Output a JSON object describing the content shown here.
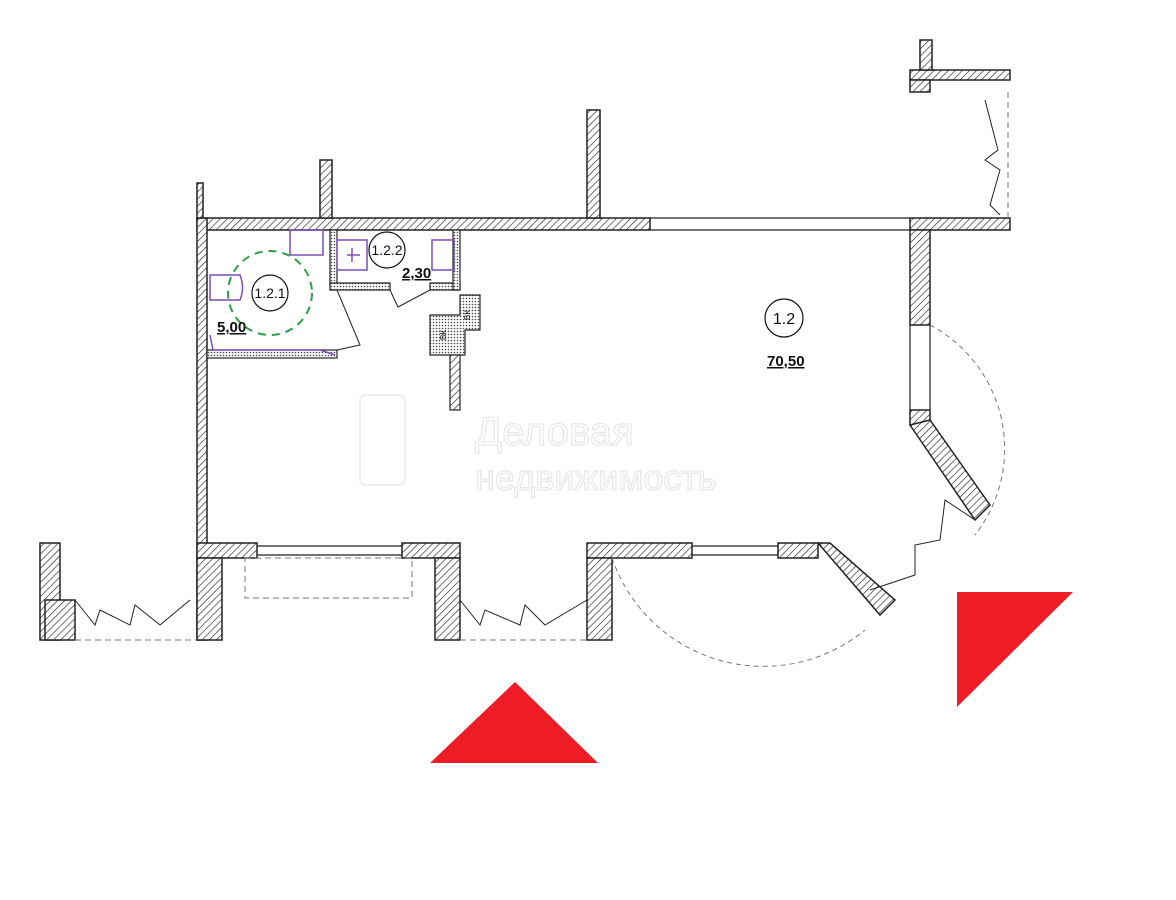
{
  "rooms": [
    {
      "id": "1.2.1",
      "area": "5,00"
    },
    {
      "id": "1.2.2",
      "area": "2,30"
    },
    {
      "id": "1.2",
      "area": "70,50"
    }
  ],
  "shaft_labels": [
    "ВК",
    "ВК"
  ],
  "watermark": {
    "line1": "Деловая",
    "line2": "недвижимость"
  },
  "colors": {
    "wall": "#222222",
    "plumbing": "#7b4fb5",
    "turning_circle": "#2ea043",
    "marker": "#ee1c25"
  }
}
